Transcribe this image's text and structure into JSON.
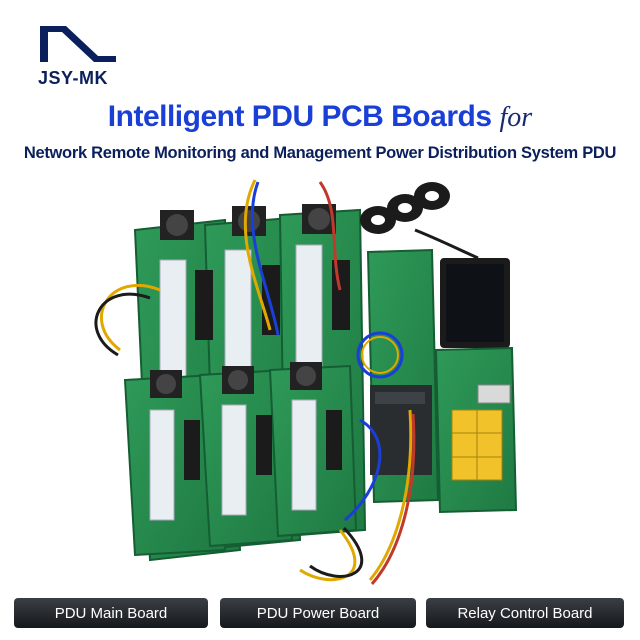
{
  "brand": {
    "name": "JSY-MK",
    "accent_color": "#1a3fd6",
    "logo_color": "#0b1f5c"
  },
  "title": {
    "main": "Intelligent PDU PCB Boards",
    "connector": "for",
    "subtitle": "Network Remote Monitoring and Management Power Distribution System PDU"
  },
  "labels": [
    {
      "text": "PDU Main Board"
    },
    {
      "text": "PDU Power Board"
    },
    {
      "text": "Relay Control Board"
    }
  ]
}
